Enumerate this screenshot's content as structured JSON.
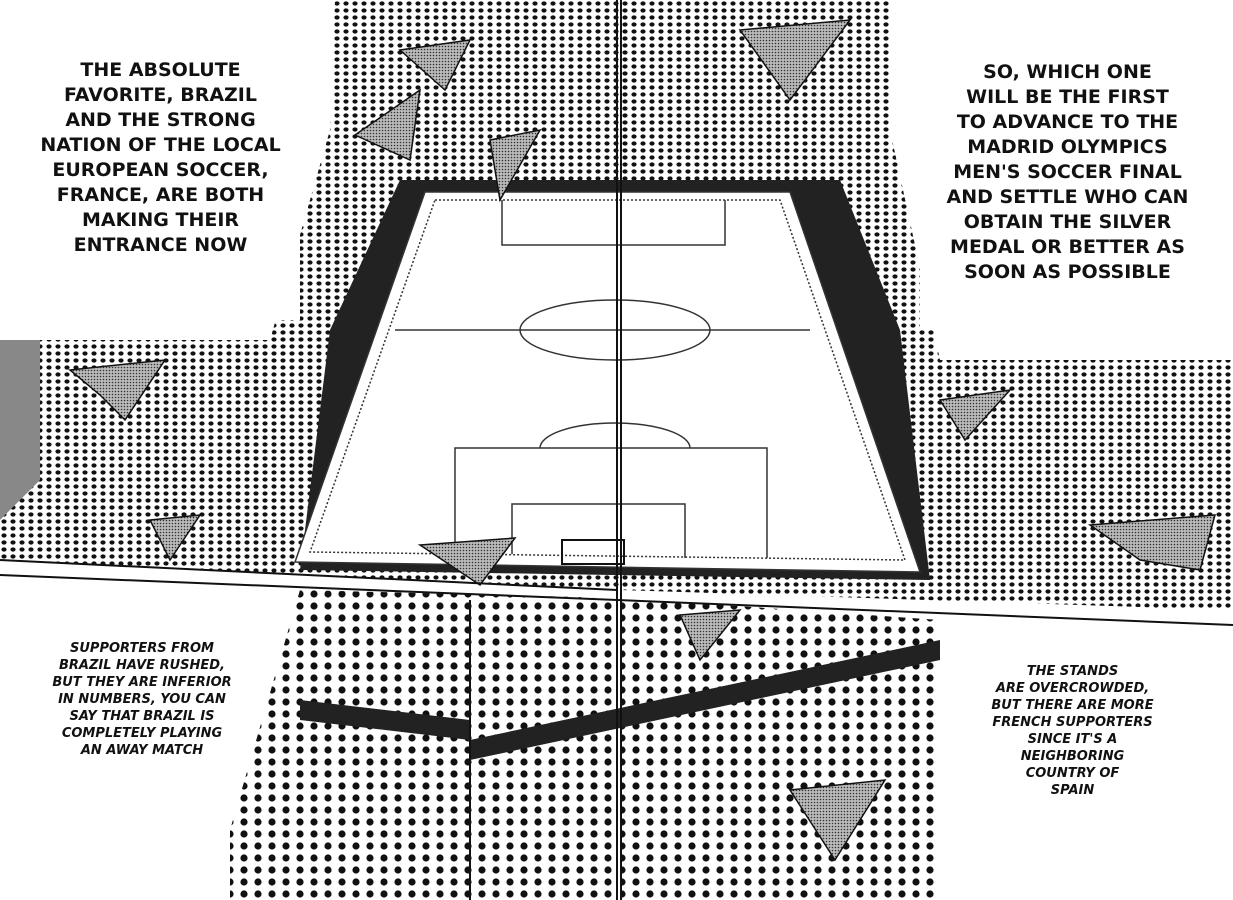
{
  "captions": {
    "top_left": "THE ABSOLUTE\nFAVORITE, BRAZIL\nAND THE STRONG\nNATION OF THE LOCAL\nEUROPEAN SOCCER,\nFRANCE, ARE BOTH\nMAKING THEIR\nENTRANCE NOW",
    "top_right": "SO, WHICH ONE\nWILL BE THE FIRST\nTO ADVANCE TO THE\nMADRID OLYMPICS\nMEN'S SOCCER FINAL\nAND SETTLE WHO CAN\nOBTAIN THE SILVER\nMEDAL OR BETTER AS\nSOON AS POSSIBLE",
    "bottom_left": "SUPPORTERS FROM\nBRAZIL HAVE RUSHED,\nBUT THEY ARE INFERIOR\nIN NUMBERS, YOU CAN\nSAY THAT BRAZIL IS\nCOMPLETELY PLAYING\nAN AWAY MATCH",
    "bottom_right": "THE STANDS\nARE OVERCROWDED,\nBUT THERE ARE MORE\nFRENCH SUPPORTERS\nSINCE IT'S A\nNEIGHBORING\nCOUNTRY OF\nSPAIN"
  },
  "colors": {
    "ink": "#111111",
    "paper": "#ffffff",
    "screentone": "#8a8a8a"
  }
}
